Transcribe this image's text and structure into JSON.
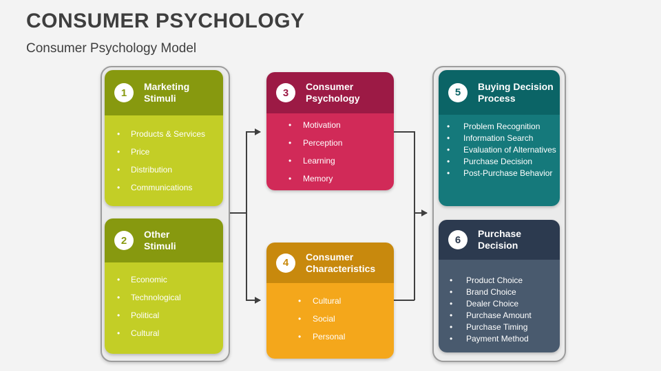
{
  "slide": {
    "title": "CONSUMER PSYCHOLOGY",
    "subtitle": "Consumer Psychology Model"
  },
  "colors": {
    "olive_dark": "#87990f",
    "olive_light": "#c3ce26",
    "crimson_dark": "#9c1a45",
    "crimson_light": "#d12a58",
    "amber_dark": "#c8890d",
    "amber_light": "#f4a71b",
    "teal_dark": "#0b6466",
    "teal_light": "#15797b",
    "navy_dark": "#2c3a4f",
    "navy_light": "#495a6e",
    "arrow": "#3f3f3f",
    "title_text": "#3e3e3e",
    "box_text": "#ffffff"
  },
  "boxes": [
    {
      "number": "1",
      "title": "Marketing\nStimuli",
      "items": [
        "Products & Services",
        "Price",
        "Distribution",
        "Communications"
      ]
    },
    {
      "number": "2",
      "title": "Other\nStimuli",
      "items": [
        "Economic",
        "Technological",
        "Political",
        "Cultural"
      ]
    },
    {
      "number": "3",
      "title": "Consumer\nPsychology",
      "items": [
        "Motivation",
        "Perception",
        "Learning",
        "Memory"
      ]
    },
    {
      "number": "4",
      "title": "Consumer\nCharacteristics",
      "items": [
        "Cultural",
        "Social",
        "Personal"
      ]
    },
    {
      "number": "5",
      "title": "Buying Decision\nProcess",
      "items": [
        "Problem Recognition",
        "Information Search",
        "Evaluation of Alternatives",
        "Purchase Decision",
        "Post-Purchase Behavior"
      ]
    },
    {
      "number": "6",
      "title": "Purchase\nDecision",
      "items": [
        "Product Choice",
        "Brand Choice",
        "Dealer Choice",
        "Purchase Amount",
        "Purchase Timing",
        "Payment Method"
      ]
    }
  ]
}
